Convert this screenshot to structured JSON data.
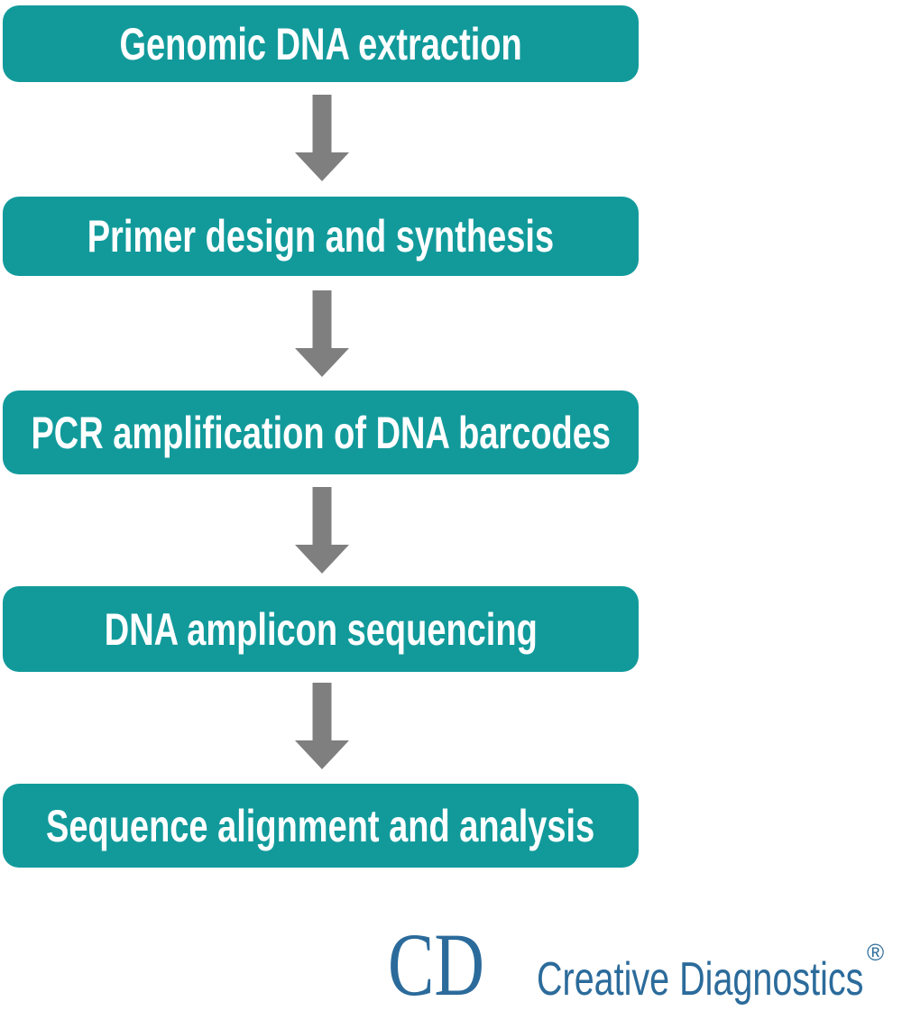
{
  "colors": {
    "page-bg": "#ffffff",
    "box-bg": "#129a9b",
    "box-text": "#ffffff",
    "arrow": "#7f7f7f",
    "logo": "#2b6b9b"
  },
  "flowchart": {
    "steps": [
      {
        "label": "Genomic DNA extraction"
      },
      {
        "label": "Primer design and synthesis"
      },
      {
        "label": "PCR amplification of DNA barcodes"
      },
      {
        "label": "DNA amplicon sequencing"
      },
      {
        "label": "Sequence alignment and analysis"
      }
    ]
  },
  "logo": {
    "monogram": "CD",
    "name": "Creative Diagnostics",
    "registered_mark": "®"
  }
}
